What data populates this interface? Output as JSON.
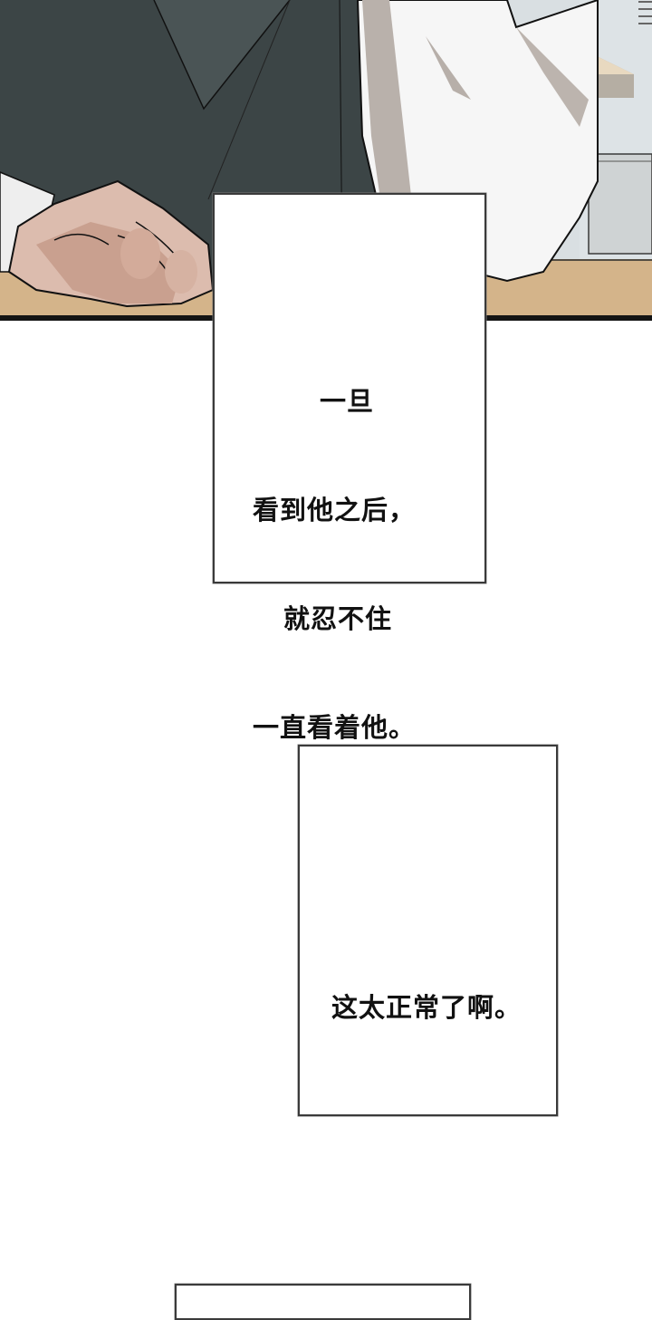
{
  "panels": [
    {
      "id": "panel-1",
      "description": "Close-up of a clenched hand resting on a wooden desk, dark sweater and white shirt sleeve",
      "colors": {
        "sweater": "#3b4445",
        "shirt": "#f4f4f4",
        "skin": "#d9b7a8",
        "desk": "#d5b68c",
        "wall": "#d7dde0",
        "border": "#141414"
      }
    }
  ],
  "captions": [
    {
      "id": "caption-1",
      "lines": [
        "一旦",
        "看到他之后，",
        "就忍不住",
        "一直看着他。"
      ]
    },
    {
      "id": "caption-2",
      "lines": [
        "这太正常了啊。"
      ]
    },
    {
      "id": "caption-3",
      "lines": []
    }
  ]
}
